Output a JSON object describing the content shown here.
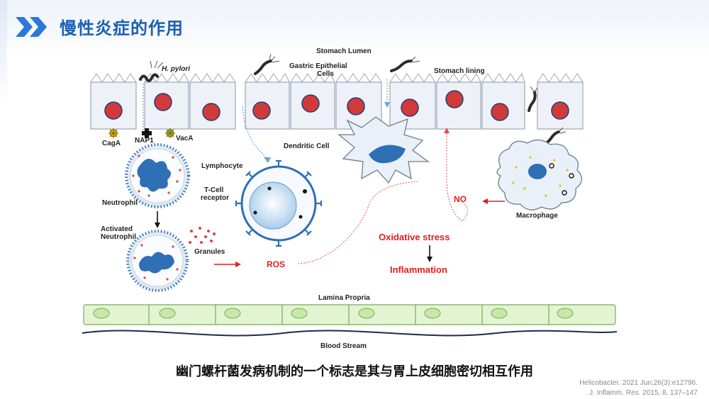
{
  "slide": {
    "title": "慢性炎症的作用",
    "caption": "幽门螺杆菌发病机制的一个标志是其与胃上皮细胞密切相互作用",
    "references": [
      "Helicobacter. 2021 Jun;26(3):e12796.",
      "J. Inflamm. Res. 2015, 8, 137–147"
    ]
  },
  "diagram": {
    "labels": {
      "stomach_lumen": "Stomach Lumen",
      "h_pylori": "H. pylori",
      "gastric_epithelial_1": "Gastric Epithelial",
      "gastric_epithelial_2": "Cells",
      "stomach_lining": "Stomach lining",
      "caga": "CagA",
      "nap1": "NAP1",
      "vaca": "VacA",
      "dendritic_cell": "Dendritic Cell",
      "lymphocyte": "Lymphocyte",
      "tcell_1": "T-Cell",
      "tcell_2": "receptor",
      "neutrophil": "Neutrophil",
      "activated_1": "Activated",
      "activated_2": "Neutrophil",
      "granules": "Granules",
      "ros": "ROS",
      "no": "NO",
      "macrophage": "Macrophage",
      "oxidative_stress": "Oxidative stress",
      "inflammation": "Inflammation",
      "lamina_propria": "Lamina Propria",
      "blood_stream": "Blood Stream"
    }
  },
  "colors": {
    "title": "#1a5fb4",
    "accent_blue": "#2a78d8",
    "nucleus_red": "#d23a3a",
    "cell_fill": "#eef2f8",
    "cell_border": "#9aa6b4",
    "immune_blue": "#2f6fb5",
    "red_text": "#e02020",
    "lamina_green": "#e3f4d3"
  }
}
